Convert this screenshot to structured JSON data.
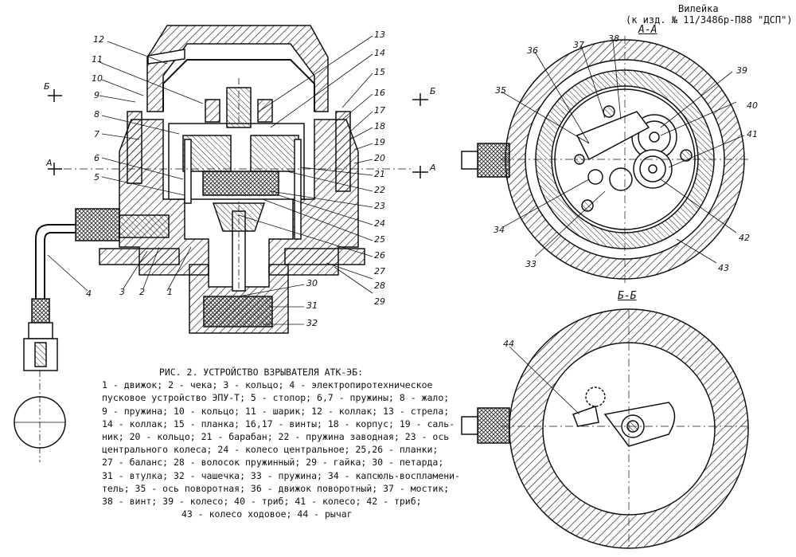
{
  "header": {
    "place": "Вилейка",
    "ref": "(к изд. № 11/3486р-П88 \"ДСП\")"
  },
  "sections": {
    "aa": "А-А",
    "bb": "Б-Б",
    "cut_b": "Б",
    "cut_a": "А"
  },
  "callouts": {
    "left": [
      "1",
      "2",
      "3",
      "4",
      "5",
      "6",
      "7",
      "8",
      "9",
      "10",
      "11",
      "12",
      "13",
      "14",
      "15",
      "16",
      "17",
      "18",
      "19",
      "20",
      "21",
      "22",
      "23",
      "24",
      "25",
      "26",
      "27",
      "28",
      "29",
      "30",
      "31",
      "32"
    ],
    "right": [
      "33",
      "34",
      "35",
      "36",
      "37",
      "38",
      "39",
      "40",
      "41",
      "42",
      "43",
      "44"
    ]
  },
  "caption": {
    "title": "РИС. 2. УСТРОЙСТВО ВЗРЫВАТЕЛЯ АТК-ЭБ:",
    "lines": [
      "1 - движок; 2 - чека; 3 - кольцо; 4 - электропиротехническое",
      "пусковое устройство ЭПУ-Т; 5 - стопор; 6,7 - пружины; 8 - жало;",
      "9 - пружина; 10 - кольцо; 11 - шарик; 12 - коллак; 13 - стрела;",
      "14 - коллак; 15 - планка; 16,17 - винты; 18 - корпус; 19 - саль-",
      "ник; 20 - кольцо; 21 - барабан; 22 - пружина заводная; 23 - ось",
      "центрального колеса; 24 - колесо центральное; 25,26 - планки;",
      "27 - баланс; 28 - волосок пружинный; 29 - гайка; 30 - петарда;",
      "31 - втулка; 32 - чашечка; 33 - пружина; 34 - капсюль-воспламени-",
      "тель; 35 - ось поворотная; 36 - движок поворотный; 37 - мостик;",
      "38 - винт; 39 - колесо; 40 - триб; 41 - колесо; 42 - триб;",
      "43 - колесо ходовое; 44 - рычаг"
    ]
  }
}
